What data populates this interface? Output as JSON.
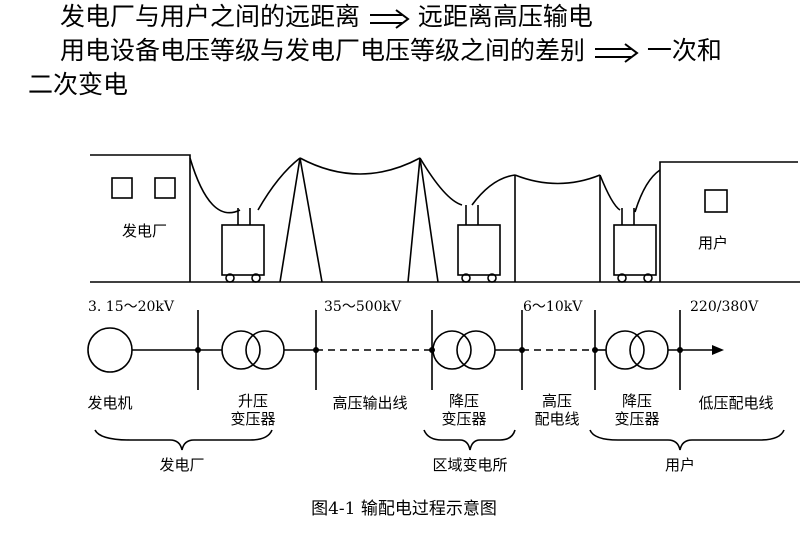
{
  "heading": {
    "line1_left": "发电厂与用户之间的远距离",
    "line1_right": "远距离高压输电",
    "line2_left": "用电设备电压等级与发电厂电压等级之间的差别",
    "line2_right": "一次和",
    "line3": "二次变电"
  },
  "scene": {
    "plant_label": "发电厂",
    "user_label": "用户"
  },
  "voltages": {
    "gen": "3. 15～20kV",
    "trans": "35～500kV",
    "dist": "6～10kV",
    "user": "220/380V"
  },
  "components": {
    "generator": "发电机",
    "step_up_1": "升压",
    "step_up_2": "变压器",
    "hv_line": "高压输出线",
    "step_down_1": "降压",
    "step_down_2": "变压器",
    "hv_dist_1": "高压",
    "hv_dist_2": "配电线",
    "user_down_1": "降压",
    "user_down_2": "变压器",
    "lv_line": "低压配电线"
  },
  "groups": {
    "plant": "发电厂",
    "substation": "区域变电所",
    "user": "用户"
  },
  "caption": "图4-1 输配电过程示意图"
}
